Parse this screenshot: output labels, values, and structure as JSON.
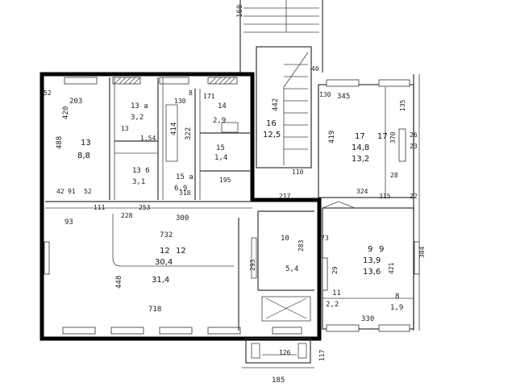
{
  "dimensions": {
    "top_160": "160",
    "bottom_185": "185",
    "d_420": "420",
    "d_488": "488",
    "d_203": "203",
    "d_52a": "52",
    "d_91": "91",
    "d_52b": "52",
    "d_42": "42",
    "d_93": "93",
    "d_111": "111",
    "d_228": "228",
    "d_253": "253",
    "d_300": "300",
    "d_732": "732",
    "d_448": "448",
    "d_718": "718",
    "d_414": "414",
    "d_322": "322",
    "d_318": "318",
    "d_195": "195",
    "d_217": "217",
    "d_130a": "130",
    "d_171": "171",
    "d_8": "8",
    "d_442": "442",
    "d_110": "110",
    "d_130b": "130",
    "d_345": "345",
    "d_419": "419",
    "d_324": "324",
    "d_315": "315",
    "d_22": "22",
    "d_26": "26",
    "d_23": "23",
    "d_28": "28",
    "d_135": "135",
    "d_370": "370",
    "d_304": "304",
    "d_421": "421",
    "d_330": "330",
    "d_293": "293",
    "d_283": "283",
    "d_126": "126",
    "d_117": "117",
    "d_29": "29",
    "d_73": "73",
    "d_40": "40"
  },
  "rooms": [
    {
      "num": "13",
      "area": "8,8"
    },
    {
      "num": "13 a",
      "area": "3,2"
    },
    {
      "num": "13",
      "area": "1,54"
    },
    {
      "num": "13 б",
      "area": "3,1"
    },
    {
      "num": "14",
      "area": "2,9"
    },
    {
      "num": "15",
      "area": "1,4"
    },
    {
      "num": "15 a",
      "area": "6,9"
    },
    {
      "num": "16",
      "area": "12,5"
    },
    {
      "num": "17",
      "area": "14,8"
    },
    {
      "num": "17",
      "area": "13,2"
    },
    {
      "num": "12",
      "area": "30,4"
    },
    {
      "num": "12",
      "area": "31,4"
    },
    {
      "num": "10",
      "area": "5,4"
    },
    {
      "num": "11",
      "area": "2,2"
    },
    {
      "num": "9",
      "area": "13,9"
    },
    {
      "num": "9",
      "area": "13,6"
    },
    {
      "num": "8",
      "area": "1,9"
    }
  ]
}
